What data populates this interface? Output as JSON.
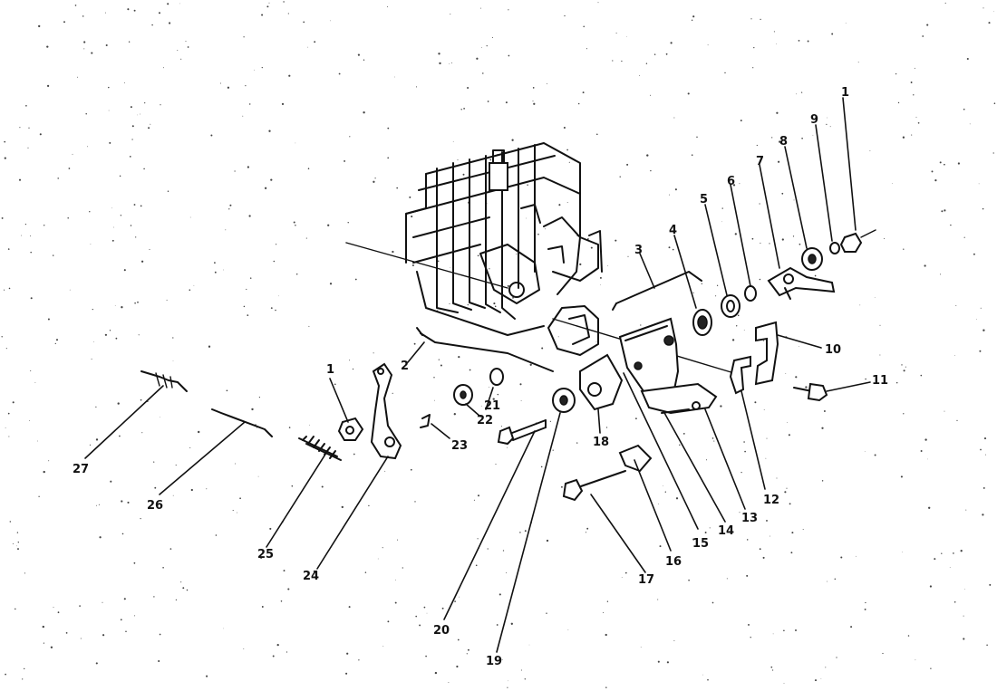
{
  "diagram": {
    "callouts": [
      {
        "id": "c1a",
        "text": "1"
      },
      {
        "id": "c1b",
        "text": "1"
      },
      {
        "id": "c2",
        "text": "2"
      },
      {
        "id": "c3",
        "text": "3"
      },
      {
        "id": "c4",
        "text": "4"
      },
      {
        "id": "c5",
        "text": "5"
      },
      {
        "id": "c6",
        "text": "6"
      },
      {
        "id": "c7",
        "text": "7"
      },
      {
        "id": "c8",
        "text": "8"
      },
      {
        "id": "c9",
        "text": "9"
      },
      {
        "id": "c10",
        "text": "10"
      },
      {
        "id": "c11",
        "text": "11"
      },
      {
        "id": "c12",
        "text": "12"
      },
      {
        "id": "c13",
        "text": "13"
      },
      {
        "id": "c14",
        "text": "14"
      },
      {
        "id": "c15",
        "text": "15"
      },
      {
        "id": "c16",
        "text": "16"
      },
      {
        "id": "c17",
        "text": "17"
      },
      {
        "id": "c18",
        "text": "18"
      },
      {
        "id": "c19",
        "text": "19"
      },
      {
        "id": "c20",
        "text": "20"
      },
      {
        "id": "c21",
        "text": "21"
      },
      {
        "id": "c22",
        "text": "22"
      },
      {
        "id": "c23",
        "text": "23"
      },
      {
        "id": "c24",
        "text": "24"
      },
      {
        "id": "c25",
        "text": "25"
      },
      {
        "id": "c26",
        "text": "26"
      },
      {
        "id": "c27",
        "text": "27"
      }
    ]
  }
}
